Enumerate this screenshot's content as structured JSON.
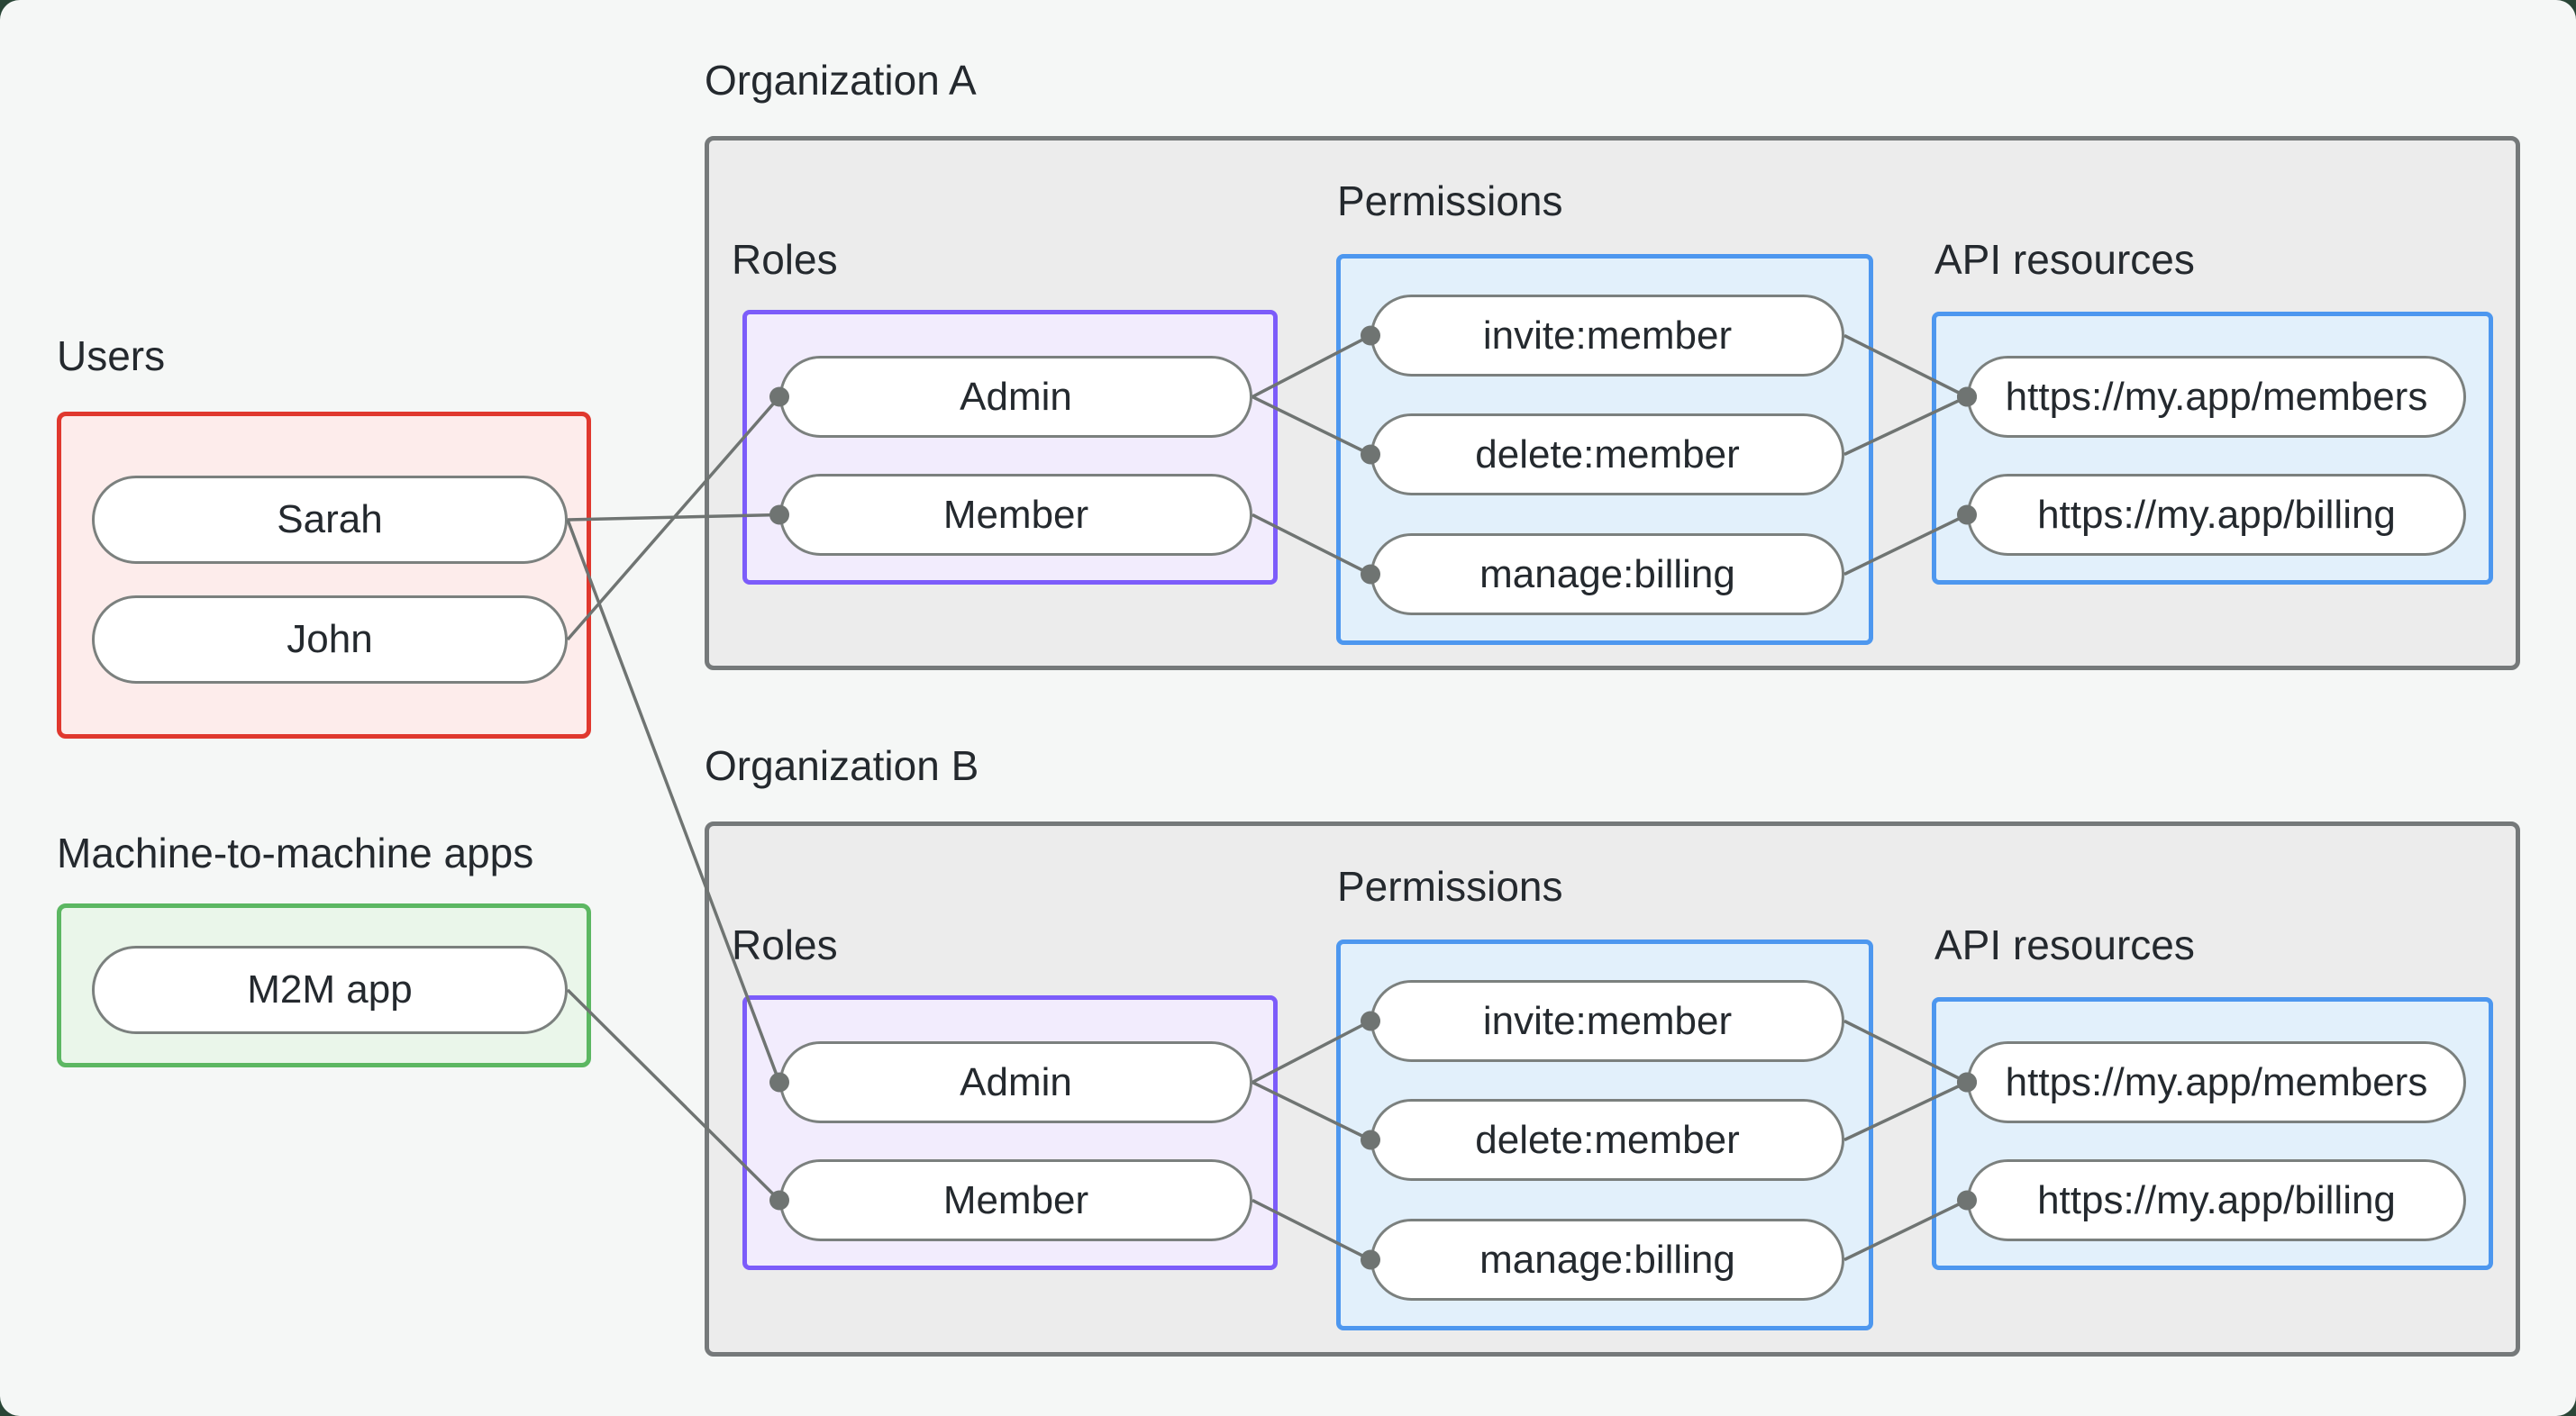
{
  "colors": {
    "page_bg": "#f5f7f6",
    "frame_bg": "#2a4637",
    "org_box_fill": "#ececec",
    "org_box_border": "#75797a",
    "users_fill": "#fdeceb",
    "users_border": "#e0382e",
    "m2m_fill": "#eaf6ea",
    "m2m_border": "#5cb762",
    "roles_fill": "#f2ecfd",
    "roles_border": "#7c5cfa",
    "permissions_fill": "#e2f0fb",
    "permissions_border": "#4d97ef",
    "api_fill": "#e2f0fb",
    "api_border": "#4d97ef",
    "pill_fill": "#ffffff",
    "pill_border": "#7b807e",
    "connector": "#6f7472",
    "text": "#24292e"
  },
  "users_group": {
    "label": "Users",
    "items": [
      {
        "id": "user-sarah",
        "label": "Sarah"
      },
      {
        "id": "user-john",
        "label": "John"
      }
    ]
  },
  "m2m_group": {
    "label": "Machine-to-machine apps",
    "items": [
      {
        "id": "m2m-app",
        "label": "M2M app"
      }
    ]
  },
  "org_a": {
    "label": "Organization A",
    "roles": {
      "label": "Roles",
      "items": [
        {
          "id": "orga-role-admin",
          "label": "Admin"
        },
        {
          "id": "orga-role-member",
          "label": "Member"
        }
      ]
    },
    "permissions": {
      "label": "Permissions",
      "items": [
        {
          "id": "orga-perm-invite",
          "label": "invite:member"
        },
        {
          "id": "orga-perm-delete",
          "label": "delete:member"
        },
        {
          "id": "orga-perm-manage",
          "label": "manage:billing"
        }
      ]
    },
    "api_resources": {
      "label": "API resources",
      "items": [
        {
          "id": "orga-api-members",
          "label": "https://my.app/members"
        },
        {
          "id": "orga-api-billing",
          "label": "https://my.app/billing"
        }
      ]
    }
  },
  "org_b": {
    "label": "Organization B",
    "roles": {
      "label": "Roles",
      "items": [
        {
          "id": "orgb-role-admin",
          "label": "Admin"
        },
        {
          "id": "orgb-role-member",
          "label": "Member"
        }
      ]
    },
    "permissions": {
      "label": "Permissions",
      "items": [
        {
          "id": "orgb-perm-invite",
          "label": "invite:member"
        },
        {
          "id": "orgb-perm-delete",
          "label": "delete:member"
        },
        {
          "id": "orgb-perm-manage",
          "label": "manage:billing"
        }
      ]
    },
    "api_resources": {
      "label": "API resources",
      "items": [
        {
          "id": "orgb-api-members",
          "label": "https://my.app/members"
        },
        {
          "id": "orgb-api-billing",
          "label": "https://my.app/billing"
        }
      ]
    }
  },
  "connections": [
    {
      "from": "user-sarah",
      "to": "orga-role-member"
    },
    {
      "from": "user-john",
      "to": "orga-role-admin"
    },
    {
      "from": "user-sarah",
      "to": "orgb-role-admin"
    },
    {
      "from": "m2m-app",
      "to": "orgb-role-member"
    },
    {
      "from": "orga-role-admin",
      "to": "orga-perm-invite"
    },
    {
      "from": "orga-role-admin",
      "to": "orga-perm-delete"
    },
    {
      "from": "orga-role-member",
      "to": "orga-perm-manage"
    },
    {
      "from": "orga-perm-invite",
      "to": "orga-api-members"
    },
    {
      "from": "orga-perm-delete",
      "to": "orga-api-members"
    },
    {
      "from": "orga-perm-manage",
      "to": "orga-api-billing"
    },
    {
      "from": "orgb-role-admin",
      "to": "orgb-perm-invite"
    },
    {
      "from": "orgb-role-admin",
      "to": "orgb-perm-delete"
    },
    {
      "from": "orgb-role-member",
      "to": "orgb-perm-manage"
    },
    {
      "from": "orgb-perm-invite",
      "to": "orgb-api-members"
    },
    {
      "from": "orgb-perm-delete",
      "to": "orgb-api-members"
    },
    {
      "from": "orgb-perm-manage",
      "to": "orgb-api-billing"
    }
  ],
  "connector_style": {
    "stroke_width": 3.5,
    "dot_radius": 11
  }
}
